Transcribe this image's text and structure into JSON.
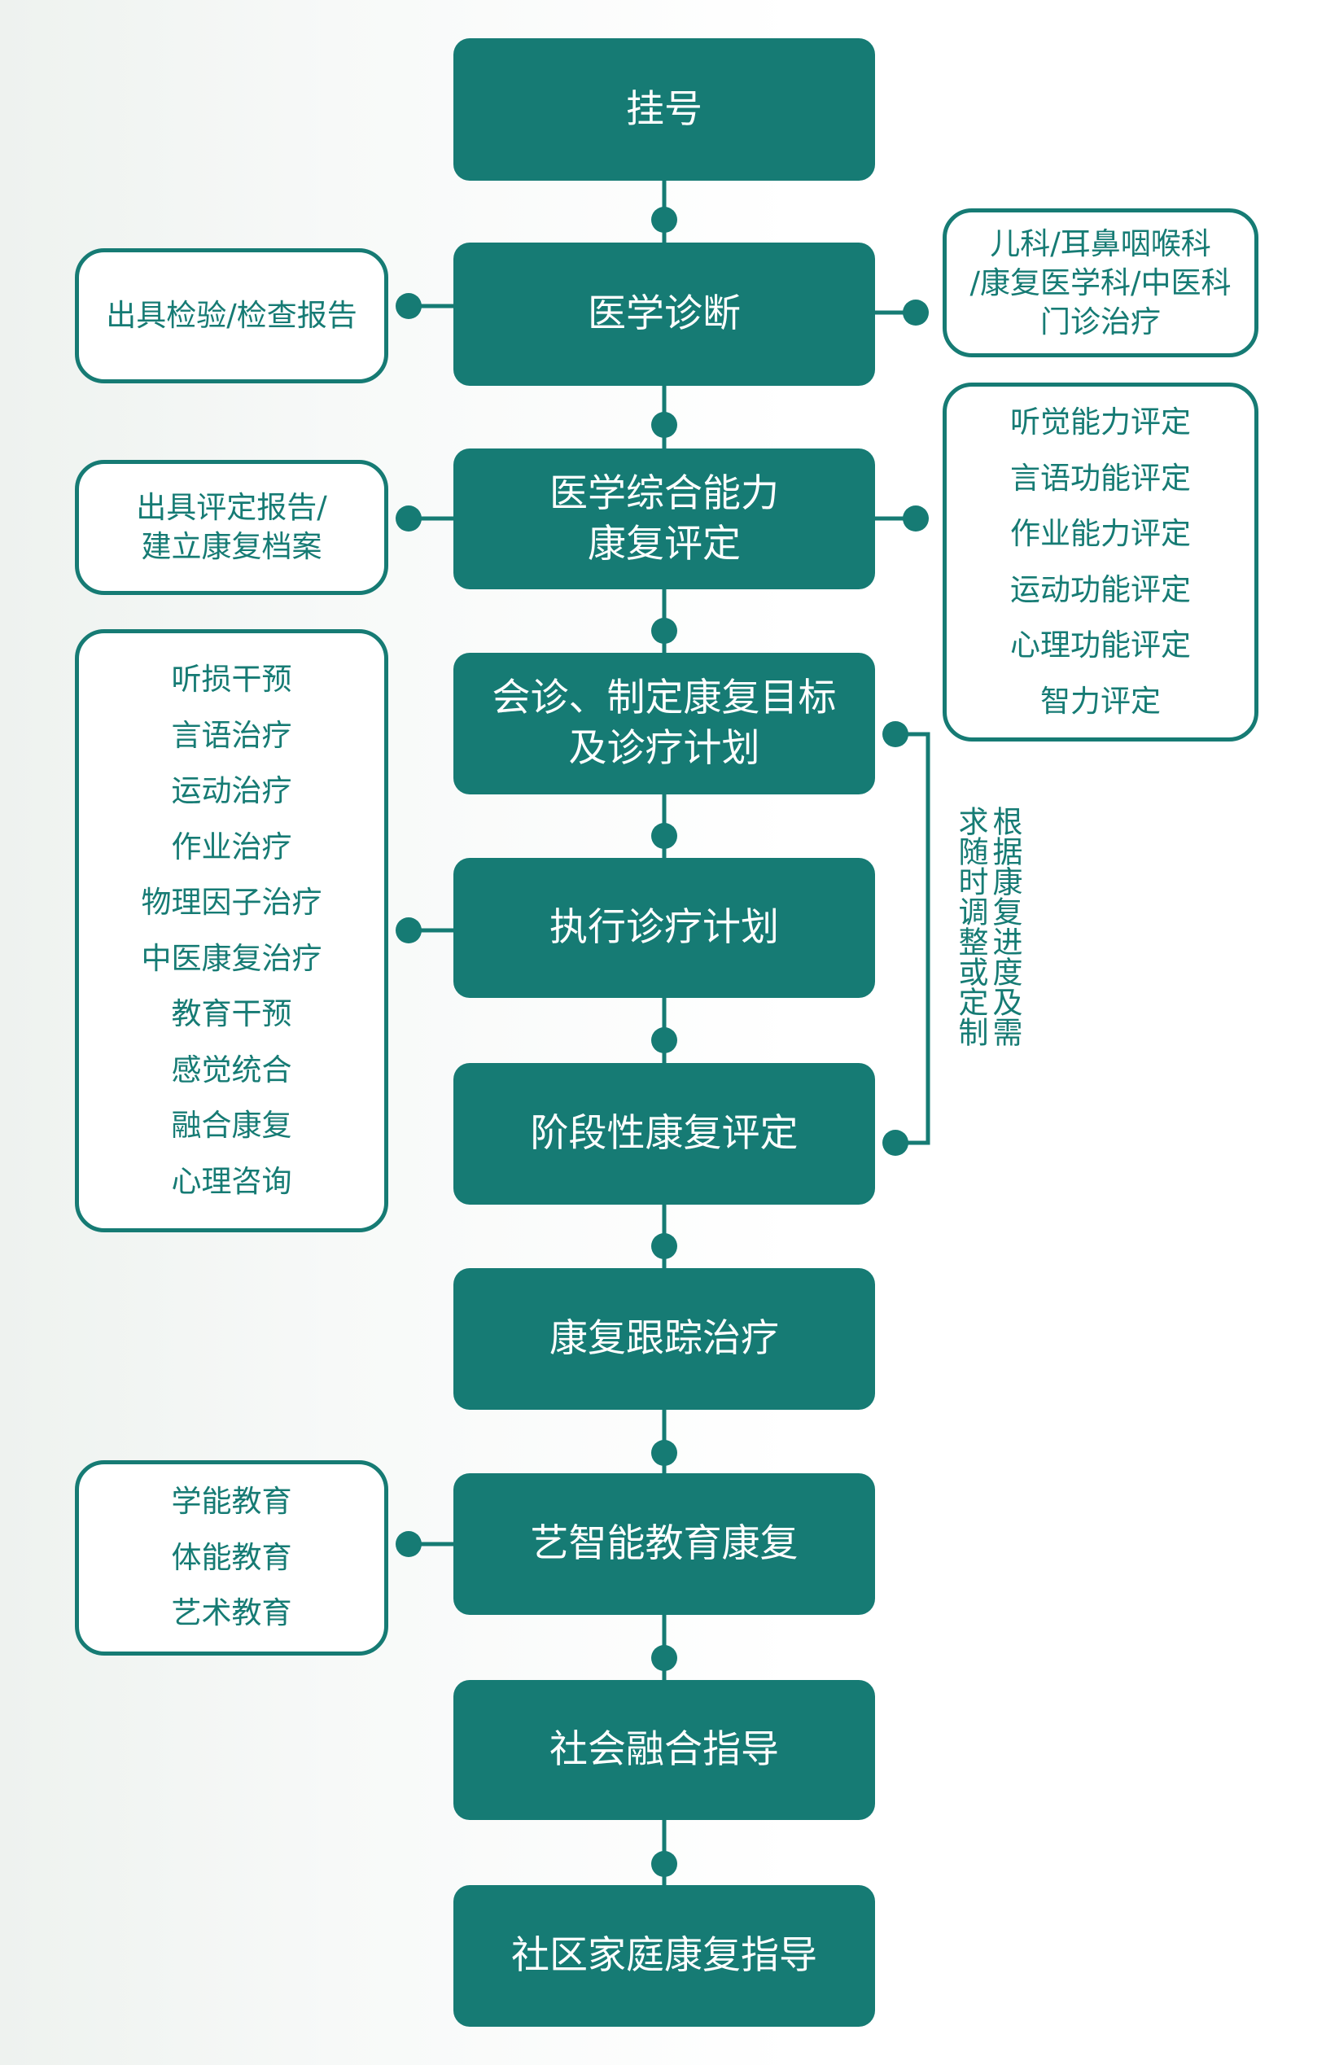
{
  "colors": {
    "primary": "#167b74",
    "box_bg": "#ffffff",
    "step_text": "#ffffff"
  },
  "steps": [
    {
      "label": "挂号"
    },
    {
      "label": "医学诊断"
    },
    {
      "label": "医学综合能力\n康复评定"
    },
    {
      "label": "会诊、制定康复目标\n及诊疗计划"
    },
    {
      "label": "执行诊疗计划"
    },
    {
      "label": "阶段性康复评定"
    },
    {
      "label": "康复跟踪治疗"
    },
    {
      "label": "艺智能教育康复"
    },
    {
      "label": "社会融合指导"
    },
    {
      "label": "社区家庭康复指导"
    }
  ],
  "side_boxes": {
    "diagnosis_left": {
      "text": "出具检验/检查报告"
    },
    "diagnosis_right": {
      "text": "儿科/耳鼻咽喉科\n/康复医学科/中医科\n门诊治疗"
    },
    "assessment_left": {
      "text": "出具评定报告/\n建立康复档案"
    },
    "assessment_right": {
      "items": [
        "听觉能力评定",
        "言语功能评定",
        "作业能力评定",
        "运动功能评定",
        "心理功能评定",
        "智力评定"
      ]
    },
    "treatment_left": {
      "items": [
        "听损干预",
        "言语治疗",
        "运动治疗",
        "作业治疗",
        "物理因子治疗",
        "中医康复治疗",
        "教育干预",
        "感觉统合",
        "融合康复",
        "心理咨询"
      ]
    },
    "education_left": {
      "items": [
        "学能教育",
        "体能教育",
        "艺术教育"
      ]
    }
  },
  "loop_note": {
    "text": "根据康复进度及需\n求随时调整或定制"
  }
}
